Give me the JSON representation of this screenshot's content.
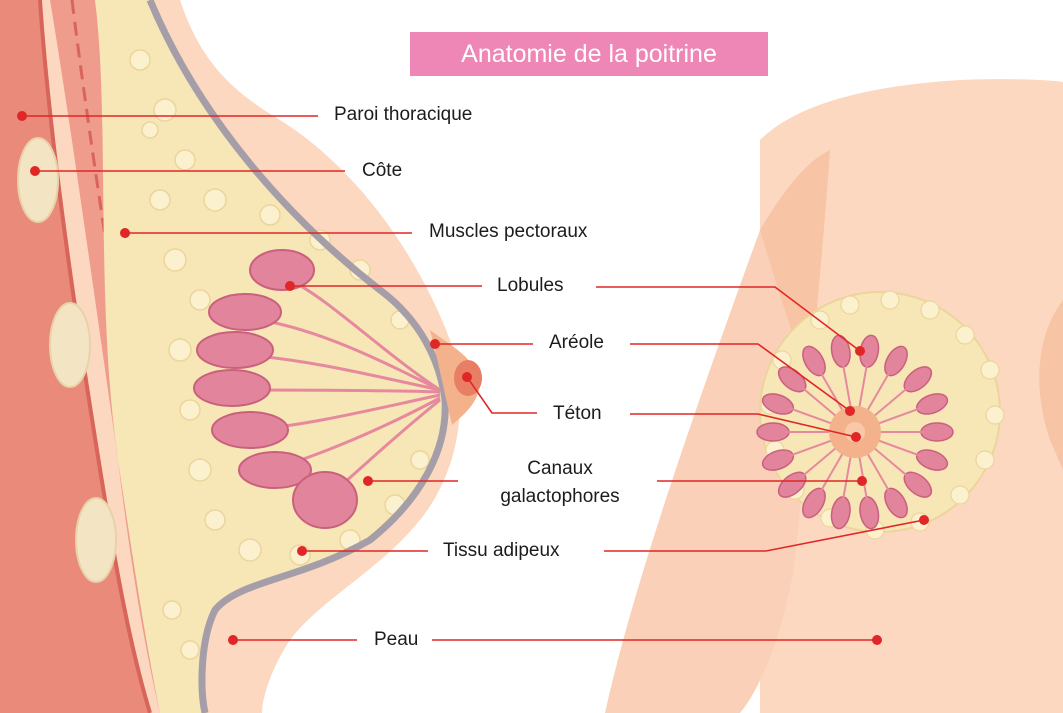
{
  "title": "Anatomie de la poitrine",
  "labels": {
    "paroi": "Paroi thoracique",
    "cote": "Côte",
    "muscles": "Muscles pectoraux",
    "lobules": "Lobules",
    "areole": "Aréole",
    "teton": "Téton",
    "canaux_1": "Canaux",
    "canaux_2": "galactophores",
    "tissu": "Tissu adipeux",
    "peau": "Peau"
  },
  "colors": {
    "skin": "#fcd8c0",
    "skin_shade": "#f7c4a6",
    "fat": "#f7e6b6",
    "fat_cell": "#fcf1cf",
    "muscle": "#e98a7a",
    "muscle_dark": "#d7655a",
    "lobule": "#e2849b",
    "lobule_dark": "#c9607e",
    "duct": "#e6899e",
    "grey_band": "#a59ea8",
    "areola": "#f3b28c",
    "nipple": "#e87f64",
    "pointer": "#e02626",
    "title_bg": "#ee86b6"
  }
}
